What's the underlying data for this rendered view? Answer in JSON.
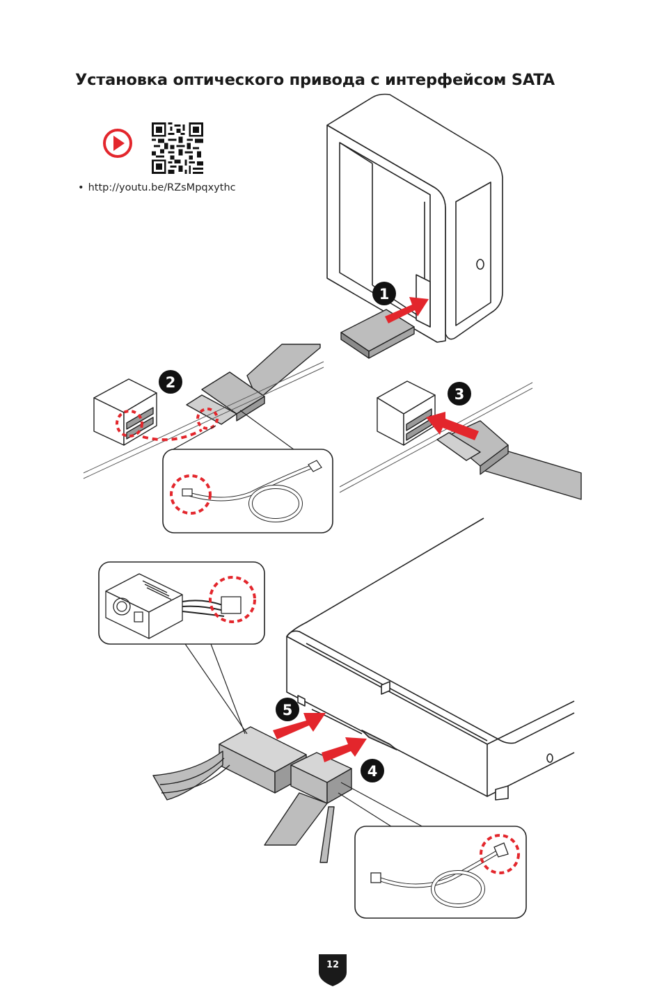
{
  "heading": "Установка оптического привода с интерфейсом SATA",
  "video": {
    "icon": "play-icon",
    "url": "http://youtu.be/RZsMpqxythc",
    "qr": "qr-code"
  },
  "steps": [
    "1",
    "2",
    "3",
    "4",
    "5"
  ],
  "page_number": "12",
  "colors": {
    "accent": "#E3262C",
    "cable": "#BDBDBD",
    "badge": "#1A1A1A"
  }
}
